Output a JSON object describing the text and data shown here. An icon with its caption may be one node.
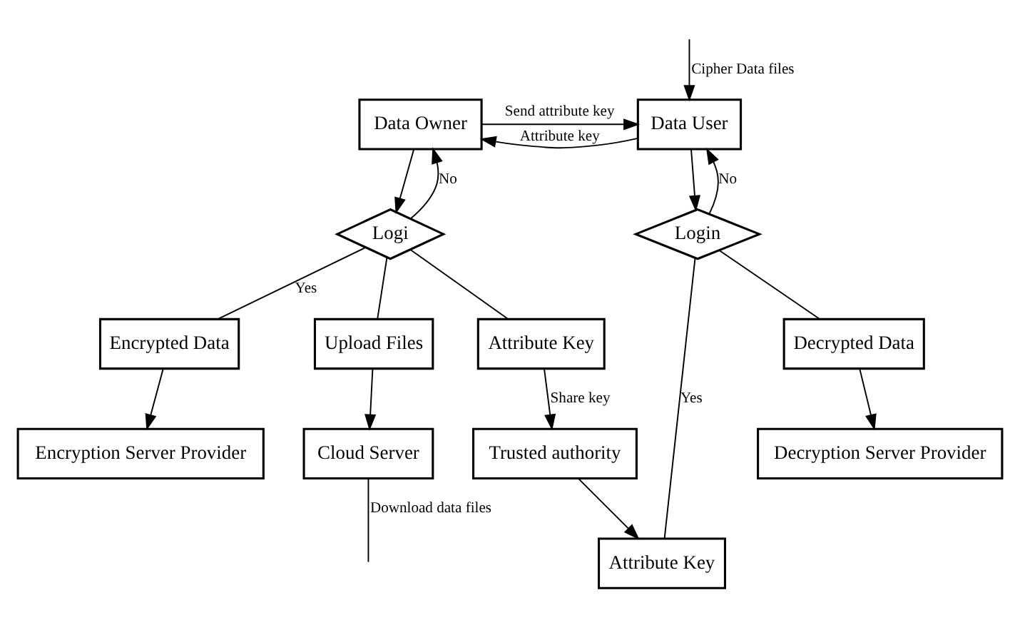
{
  "diagram": {
    "nodes": [
      {
        "text": [
          "Data Owner"
        ]
      },
      {
        "text": [
          "Logi"
        ]
      },
      {
        "text": [
          "Encrypted Data"
        ]
      },
      {
        "text": [
          "Upload Files"
        ]
      },
      {
        "text": [
          "Attribute Key"
        ]
      },
      {
        "text": [
          "Encryption Server Provider"
        ]
      },
      {
        "text": [
          "Cloud Server"
        ]
      },
      {
        "text": [
          "Trusted authority"
        ]
      },
      {
        "text": [
          "Data User"
        ]
      },
      {
        "text": [
          "Login"
        ]
      },
      {
        "text": [
          "Attribute Key"
        ]
      },
      {
        "text": [
          "Decrypted Data"
        ]
      },
      {
        "text": [
          "Decryption Server Provider"
        ]
      }
    ],
    "edges": [
      {
        "from": 0,
        "to": 8,
        "arrow": "to",
        "label": "Send attribute key"
      },
      {
        "from": 8,
        "to": 0,
        "arrow": "to",
        "label": "Attribute key"
      },
      {
        "from": null,
        "to": 8,
        "arrow": "to",
        "label": "Cipher Data files"
      },
      {
        "from": 0,
        "to": 1,
        "arrow": "to"
      },
      {
        "from": 1,
        "to": 0,
        "arrow": "to",
        "label": "No"
      },
      {
        "from": 1,
        "to": 2,
        "arrow": "none",
        "label": "Yes"
      },
      {
        "from": 1,
        "to": 3,
        "arrow": "none"
      },
      {
        "from": 1,
        "to": 4,
        "arrow": "none"
      },
      {
        "from": 2,
        "to": 5,
        "arrow": "to"
      },
      {
        "from": 3,
        "to": 6,
        "arrow": "to"
      },
      {
        "from": 4,
        "to": 7,
        "arrow": "to",
        "label": "Share key"
      },
      {
        "from": 7,
        "to": 10,
        "arrow": "to"
      },
      {
        "from": 8,
        "to": 9,
        "arrow": "to"
      },
      {
        "from": 9,
        "to": 8,
        "arrow": "to",
        "label": "No"
      },
      {
        "from": 9,
        "to": 10,
        "arrow": "none",
        "label": "Yes"
      },
      {
        "from": 9,
        "to": 11,
        "arrow": "none"
      },
      {
        "from": 11,
        "to": 12,
        "arrow": "to"
      },
      {
        "from": 6,
        "to": null,
        "arrow": "none",
        "label": "Download data files"
      }
    ]
  }
}
